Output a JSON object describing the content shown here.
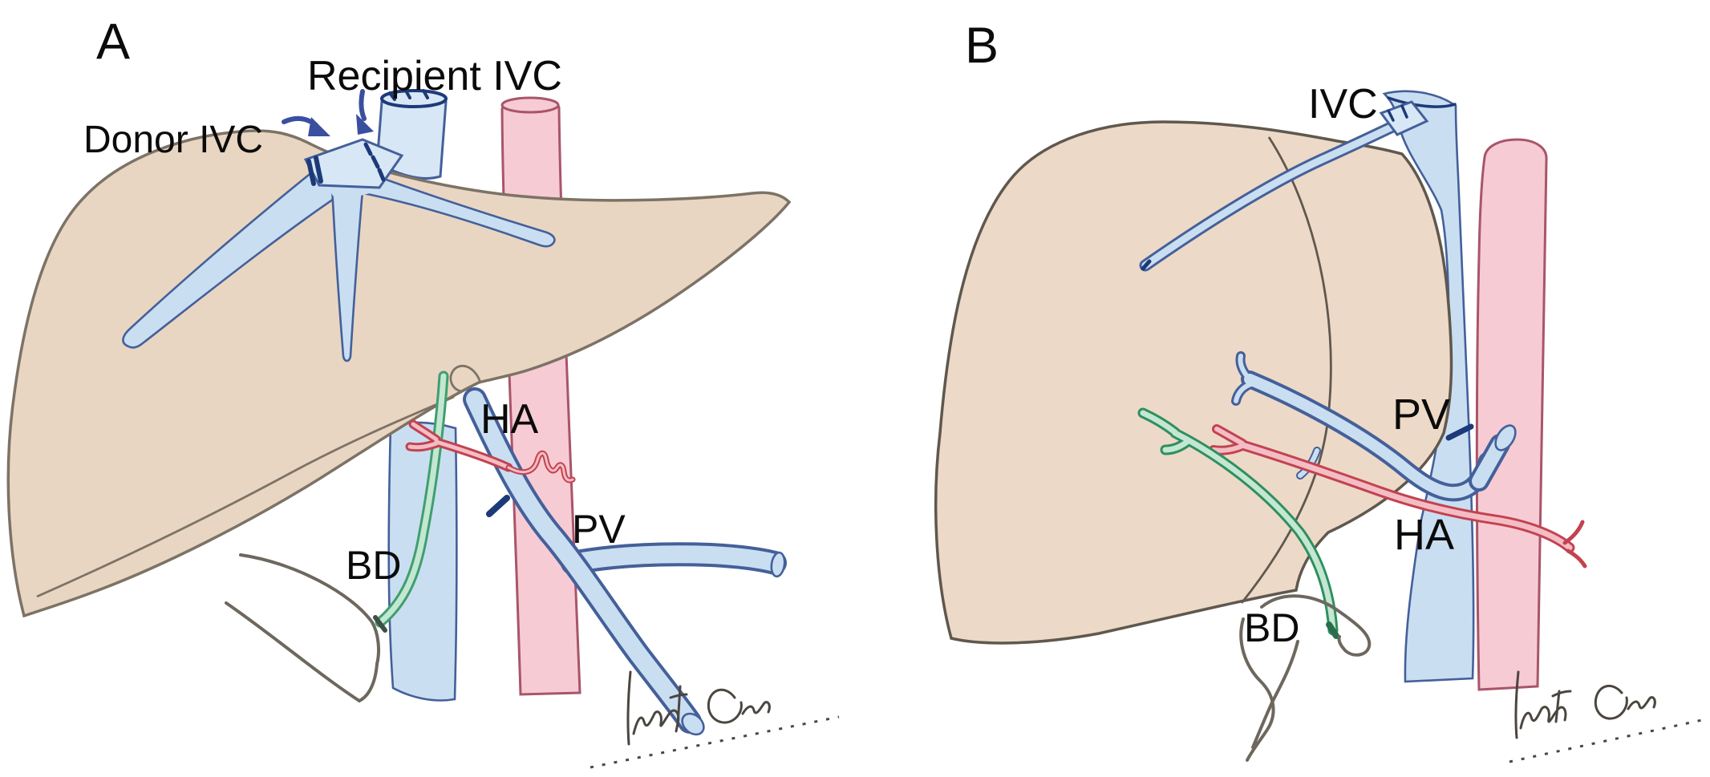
{
  "figure": {
    "type": "hand-drawn medical illustration, liver transplantation venous reconstruction, two panels",
    "panels": [
      {
        "label": "A",
        "annotations": {
          "donor_ivc": "Donor IVC",
          "recipient_ivc": "Recipient IVC",
          "ha": "HA",
          "pv": "PV",
          "bd": "BD"
        }
      },
      {
        "label": "B",
        "annotations": {
          "ivc": "IVC",
          "pv": "PV",
          "ha": "HA",
          "bd": "BD"
        }
      }
    ],
    "colors": {
      "liver-a": "#e9d6c2",
      "liver-b": "#edd9c7",
      "liver-edge": "#7c7366",
      "liver-edge-b": "#5f584e",
      "vein-edge": "#44609a",
      "vein-fill": "#cadef2",
      "vein-fill-light": "#d8e7f6",
      "navy": "#1d3a78",
      "artery-edge": "#c24350",
      "artery-fill": "#f4bdc5",
      "aorta-fill": "#f7cbd4",
      "aorta-edge": "#a8556a",
      "bile-edge": "#3f9f6d",
      "bile-edge-b": "#2f8f5f",
      "bile-fill": "#c3e7d2",
      "sketch": "#6e675e",
      "sig": "#4b463f",
      "arrow": "#3b4fa0",
      "text": "#0b0b0b"
    }
  }
}
